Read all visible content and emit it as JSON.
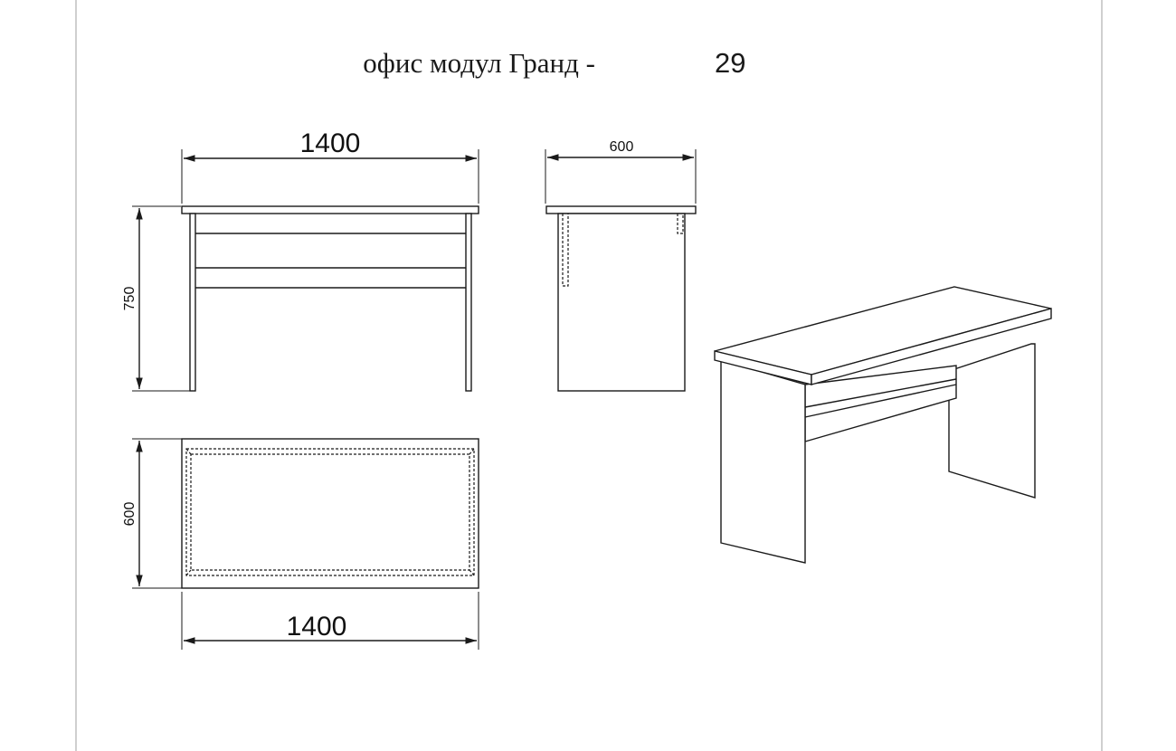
{
  "title": {
    "main": "офис модул Гранд -",
    "number": "29"
  },
  "dimensions": {
    "front_width": "1400",
    "front_height": "750",
    "side_depth": "600",
    "top_depth": "600",
    "top_width": "1400"
  },
  "colors": {
    "line": "#1a1a1a",
    "frame": "#cfcfcf",
    "background": "#ffffff"
  }
}
